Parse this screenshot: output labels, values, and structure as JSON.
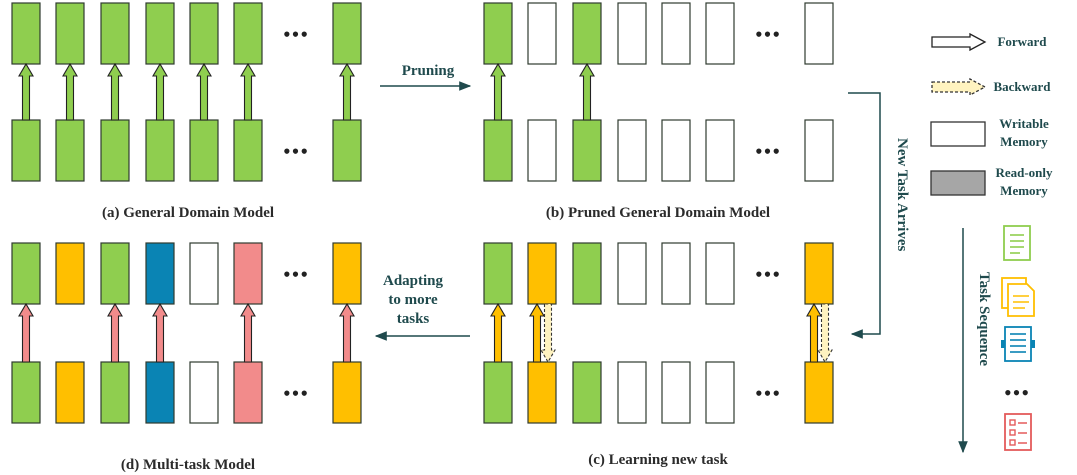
{
  "captions": {
    "a": "(a) General Domain Model",
    "b": "(b) Pruned General Domain Model",
    "c": "(c) Learning new task",
    "d": "(d) Multi-task Model"
  },
  "flow": {
    "pruning": "Pruning",
    "adapting": [
      "Adapting",
      "to more",
      "tasks"
    ],
    "new_task": "New Task Arrives",
    "task_sequence": "Task Sequence"
  },
  "legend": {
    "forward": "Forward",
    "backward": "Backward",
    "writable": [
      "Writable",
      "Memory"
    ],
    "readonly": [
      "Read-only",
      "Memory"
    ]
  },
  "ellipsis": "•••",
  "colors": {
    "green": "#8fce4f",
    "orange": "#ffbf00",
    "blue": "#0a84b4",
    "pink": "#f28b8b",
    "gray": "#a6a6a6",
    "teal_line": "#1f4a4d"
  },
  "task_icons": [
    "document-green-icon",
    "documents-orange-icon",
    "notebook-blue-icon",
    "list-red-icon"
  ]
}
